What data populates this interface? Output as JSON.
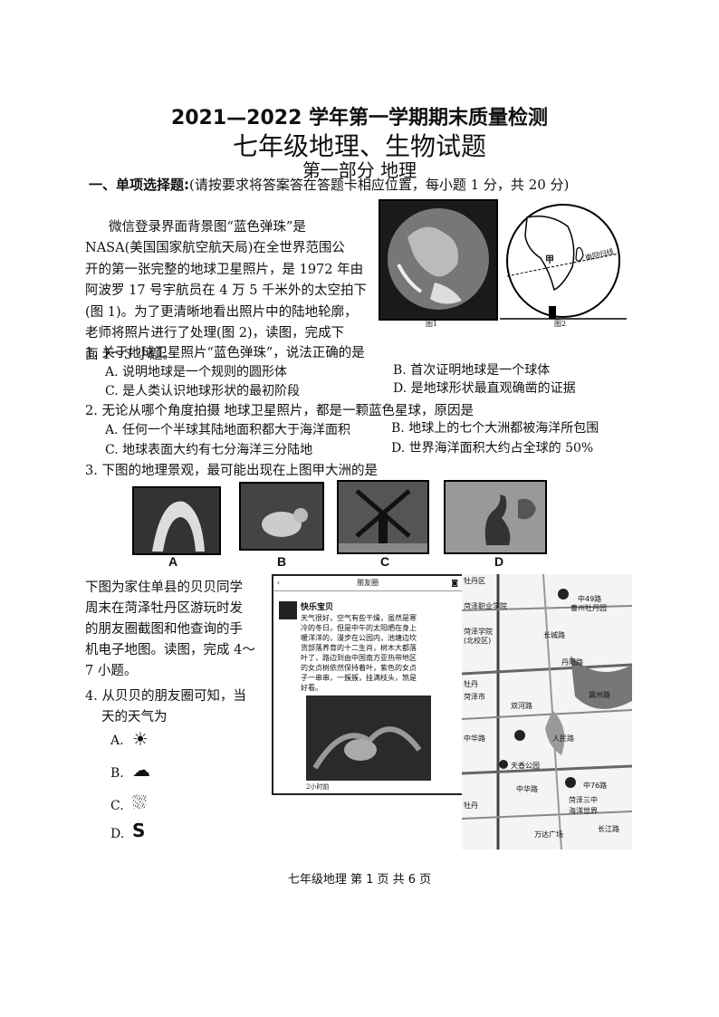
{
  "header": {
    "title": "2021—2022 学年第一学期期末质量检测",
    "subtitle": "七年级地理、生物试题",
    "part": "第一部分  地理"
  },
  "section": {
    "heading": "一、单项选择题:",
    "instruction": "(请按要求将答案答在答题卡相应位置，每小题 1 分，共 20 分)"
  },
  "intro_lines": [
    "微信登录界面背景图“蓝色弹珠”是",
    "NASA(美国国家航空航天局)在全世界范围公",
    "开的第一张完整的地球卫星照片，是 1972 年由",
    "阿波罗 17 号宇航员在 4 万 5 千米外的太空拍下",
    "(图 1)。为了更清晰地看出照片中的陆地轮廓，",
    "老师将照片进行了处理(图 2)，读图，完成下",
    "面 1～3 小题。"
  ],
  "figures": {
    "fig1": "图1",
    "fig2": "图2",
    "fig2_label": "南回归线",
    "fig2_point": "甲"
  },
  "q1": {
    "stem": "1. 关于地球卫星照片“蓝色弹珠”，说法正确的是",
    "A": "A. 说明地球是一个规则的圆形体",
    "B": "B. 首次证明地球是一个球体",
    "C": "C. 是人类认识地球形状的最初阶段",
    "D": "D. 是地球形状最直观确凿的证据"
  },
  "q2": {
    "stem": "2. 无论从哪个角度拍摄  地球卫星照片，都是一颗蓝色星球，原因是",
    "A": "A. 任何一个半球其陆地面积都大于海洋面积",
    "B": "B. 地球上的七个大洲都被海洋所包围",
    "C": "C. 地球表面大约有七分海洋三分陆地",
    "D": "D. 世界海洋面积大约占全球的 50%"
  },
  "q3": {
    "stem": "3. 下图的地理景观，最可能出现在上图甲大洲的是",
    "labels": [
      "A",
      "B",
      "C",
      "D"
    ]
  },
  "intro2_lines": [
    "下图为家住单县的贝贝同学",
    "周末在菏泽牡丹区游玩时发",
    "的朋友圈截图和他查询的手",
    "机电子地图。读图，完成 4～",
    "7 小题。"
  ],
  "q4": {
    "stem_1": "4. 从贝贝的朋友圈可知，当",
    "stem_2": "天的天气为",
    "A": "A.",
    "B": "B.",
    "C": "C.",
    "D": "D."
  },
  "phone": {
    "header": "朋友圈",
    "user": "快乐宝贝",
    "post_lines": [
      "天气很好，空气有些干燥，虽然是寒",
      "冷的冬日，但是中午的太阳晒在身上",
      "暖洋洋的，漫步在公园内，池塘边坎",
      "货部落养育的十二生肖，树木大都落",
      "叶了，路边到由中国南方亚热带地区",
      "的女贞树依然保持着叶，紫色的女贞",
      "子一串串，一簇簇，挂满枝头，煞是",
      "好看。"
    ],
    "time": "2小时前"
  },
  "map_labels": [
    "牡丹区",
    "菏泽职业学院",
    "菏泽学院",
    "(北校区)",
    "长城路",
    "牡丹",
    "菏泽市",
    "双河路",
    "中华路",
    "曹州牡丹园",
    "冀州路",
    "丹阳路",
    "人民路",
    "天香公园",
    "中华路",
    "菏泽三中",
    "海洋世界",
    "万达广场",
    "长江路",
    "牡丹",
    "中76路",
    "中49路"
  ],
  "footer": "七年级地理  第 1 页  共 6 页"
}
